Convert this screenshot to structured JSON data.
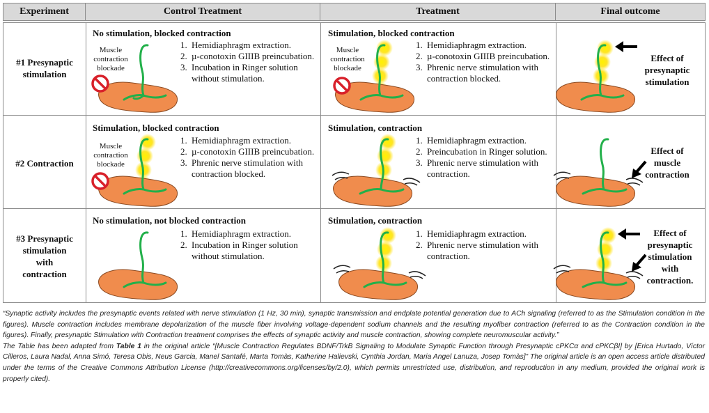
{
  "header": {
    "experiment": "Experiment",
    "control": "Control Treatment",
    "treatment": "Treatment",
    "outcome": "Final outcome"
  },
  "rows": [
    {
      "label": [
        "#1 Presynaptic",
        "stimulation"
      ],
      "control_title": "No stimulation, blocked contraction",
      "control_steps": [
        "Hemidiaphragm extraction.",
        "µ-conotoxin GIIIB preincubation.",
        "Incubation in Ringer solution without stimulation."
      ],
      "treatment_title": "Stimulation, blocked contraction",
      "treatment_steps": [
        "Hemidiaphragm extraction.",
        "µ-conotoxin GIIIB preincubation.",
        "Phrenic nerve stimulation with contraction blocked."
      ],
      "outcome": [
        "Effect of",
        "presynaptic",
        "stimulation"
      ]
    },
    {
      "label": [
        "#2 Contraction"
      ],
      "control_title": "Stimulation, blocked contraction",
      "control_steps": [
        "Hemidiaphragm extraction.",
        "µ-conotoxin GIIIB preincubation.",
        "Phrenic nerve stimulation with contraction blocked."
      ],
      "treatment_title": "Stimulation, contraction",
      "treatment_steps": [
        "Hemidiaphragm extraction.",
        "Preincubation in Ringer solution.",
        "Phrenic nerve stimulation with contraction."
      ],
      "outcome": [
        "Effect of",
        "muscle",
        "contraction"
      ]
    },
    {
      "label": [
        "#3 Presynaptic",
        "stimulation",
        "with",
        "contraction"
      ],
      "control_title": "No stimulation, not blocked contraction",
      "control_steps": [
        "Hemidiaphragm extraction.",
        "Incubation in Ringer solution without stimulation."
      ],
      "treatment_title": "Stimulation, contraction",
      "treatment_steps": [
        "Hemidiaphragm extraction.",
        "Phrenic nerve stimulation with contraction."
      ],
      "outcome": [
        "Effect of",
        "presynaptic",
        "stimulation",
        "with",
        "contraction."
      ]
    }
  ],
  "blockade_label": [
    "Muscle",
    "contraction",
    "blockade"
  ],
  "caption": {
    "p1": "“Synaptic activity includes the presynaptic events related with nerve stimulation (1 Hz, 30 min), synaptic transmission and endplate potential generation due to ACh signaling (referred to as the Stimulation condition in the figures). Muscle contraction includes membrane depolarization of the muscle fiber involving voltage-dependent sodium channels and the resulting myofiber contraction (referred to as the Contraction condition in the figures). Finally, presynaptic Stimulation with Contraction treatment comprises the effects of synaptic activity and muscle contraction, showing complete neuromuscular activity.”",
    "p2_a": "The Table has been adapted from ",
    "p2_b": "Table 1",
    "p2_c": " in the original article “[Muscle Contraction Regulates BDNF/TrkB Signaling to Modulate Synaptic Function through Presynaptic cPKCα and cPKCβI] by [Erica Hurtado, Víctor Cilleros, Laura Nadal, Anna Simó, Teresa Obis, Neus Garcia, Manel Santafé, Marta Tomàs, Katherine Halievski, Cynthia Jordan, Maria Angel Lanuza, Josep Tomàs]” The original article is an open access article distributed under the terms of the Creative Commons Attribution License (http://creativecommons.org/licenses/by/2.0), which permits unrestricted use, distribution, and reproduction in any medium, provided the original work is properly cited)."
  },
  "colors": {
    "muscle": "#f08c4d",
    "muscle_edge": "#8a4a22",
    "nerve": "#22b04a",
    "glow": "#ffe000",
    "blockade": "#d8202a",
    "header_bg": "#d9d9d9",
    "border": "#8c8c8c"
  },
  "icons": {
    "no_symbol": "prohibited-icon",
    "arrow": "black-arrow-icon"
  }
}
